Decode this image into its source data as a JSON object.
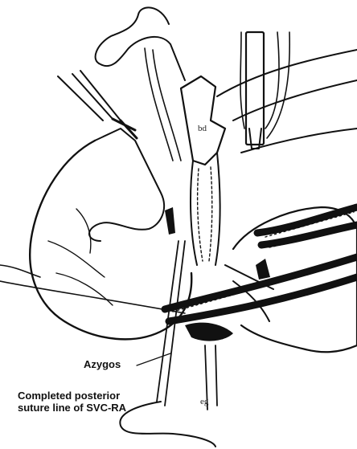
{
  "figure": {
    "labels": {
      "azygos": "Azygos",
      "completed_line1": "Completed posterior",
      "completed_line2": "suture line of SVC-RA",
      "tag_bd": "bd",
      "tag_eg": "eg"
    },
    "ink_color": "#111111",
    "background_color": "#ffffff"
  }
}
